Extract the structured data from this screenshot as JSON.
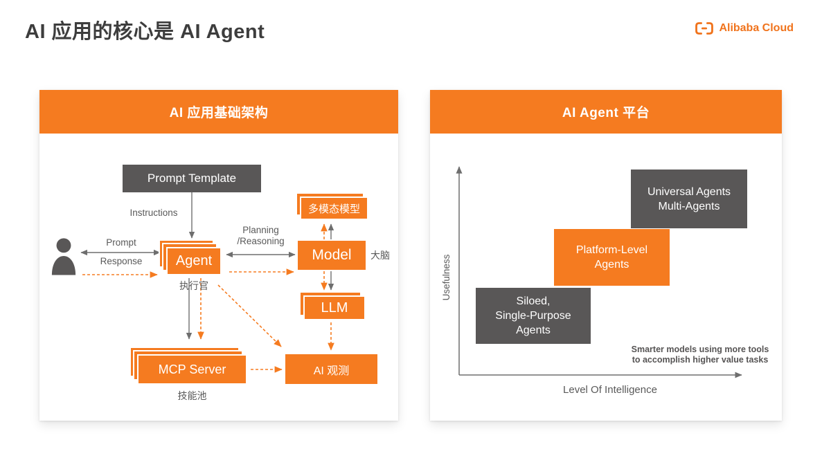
{
  "page": {
    "title": "AI 应用的核心是 AI Agent",
    "brand": "Alibaba Cloud"
  },
  "colors": {
    "accent_orange": "#f57b20",
    "box_gray": "#595757",
    "title_gray": "#3d3d3d",
    "label_gray": "#595959",
    "arrow_gray": "#6e6e6e"
  },
  "left_panel": {
    "header": "AI 应用基础架构",
    "nodes": {
      "prompt_template": "Prompt Template",
      "multimodal_model": "多模态模型",
      "agent": "Agent",
      "model": "Model",
      "llm": "LLM",
      "mcp_server": "MCP Server",
      "ai_observability": "AI 观测"
    },
    "labels": {
      "instructions": "Instructions",
      "prompt": "Prompt",
      "response": "Response",
      "planning_line1": "Planning",
      "planning_line2": "/Reasoning",
      "executor": "执行官",
      "brain": "大脑",
      "skill_pool": "技能池"
    },
    "icons": {
      "user": "person-icon"
    }
  },
  "right_panel": {
    "header": "AI Agent 平台",
    "ylabel": "Usefulness",
    "xlabel": "Level Of Intelligence",
    "boxes": {
      "siloed": {
        "line1": "Siloed,",
        "line2": "Single-Purpose",
        "line3": "Agents"
      },
      "platform": {
        "line1": "Platform-Level",
        "line2": "Agents"
      },
      "universal": {
        "line1": "Universal Agents",
        "line2": "Multi-Agents"
      }
    },
    "annotation": {
      "line1": "Smarter models using more tools",
      "line2": "to accomplish higher value tasks"
    }
  },
  "chart_data": {
    "type": "scatter",
    "title": "AI Agent 平台",
    "xlabel": "Level Of Intelligence",
    "ylabel": "Usefulness",
    "points": [
      {
        "label": "Siloed, Single-Purpose Agents",
        "x": 1,
        "y": 1,
        "color": "#595757"
      },
      {
        "label": "Platform-Level Agents",
        "x": 2,
        "y": 2,
        "color": "#f57b20"
      },
      {
        "label": "Universal Agents Multi-Agents",
        "x": 3,
        "y": 3,
        "color": "#595757"
      }
    ],
    "annotation": "Smarter models using more tools to accomplish higher value tasks",
    "legend": false,
    "grid": false
  }
}
